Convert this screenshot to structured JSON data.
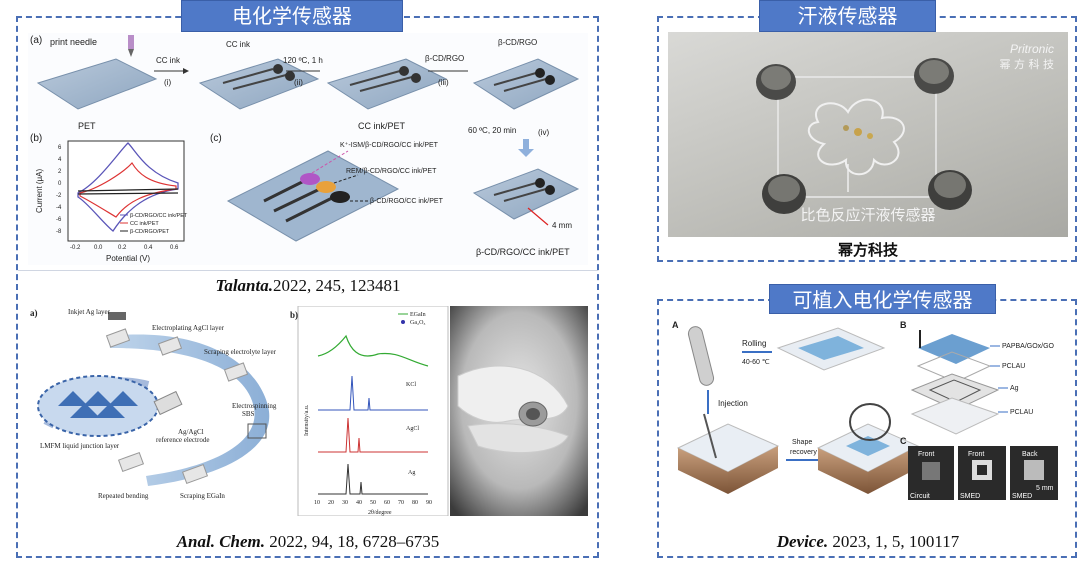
{
  "panels": {
    "electrochem": {
      "title": "电化学传感器",
      "citation_top_journal": "Talanta.",
      "citation_top_rest": "2022, 245, 123481",
      "citation_bottom_journal": "Anal. Chem.",
      "citation_bottom_rest": " 2022, 94, 18, 6728–6735",
      "fig_a": {
        "label": "(a)",
        "print_needle": "print needle",
        "cc_ink": "CC ink",
        "step_i": "(i)",
        "cc_ink2": "CC ink",
        "temp": "120 ºC, 1 h",
        "step_ii": "(ii)",
        "cd_rgo": "β-CD/RGO",
        "step_iii": "(iii)",
        "cd_rgo2": "β-CD/RGO",
        "pet": "PET",
        "cc_pet": "CC ink/PET",
        "temp2": "60 ºC, 20 min",
        "step_iv": "(iv)",
        "final": "β-CD/RGO/CC ink/PET",
        "mm": "4 mm"
      },
      "fig_b": {
        "label": "(b)",
        "ylabel": "Current (μA)",
        "xlabel": "Potential (V)",
        "legend": [
          "β-CD/RGO/CC ink/PET",
          "CC ink/PET",
          "β-CD/RGO/PET"
        ],
        "xticks": [
          "-0.2",
          "0.0",
          "0.2",
          "0.4",
          "0.6"
        ],
        "yticks": [
          "6",
          "4",
          "2",
          "0",
          "-2",
          "-4",
          "-6",
          "-8"
        ]
      },
      "fig_c": {
        "label": "(c)",
        "l1": "K⁺-ISM/β-CD/RGO/CC ink/PET",
        "l2": "REM/β-CD/RGO/CC ink/PET",
        "l3": "β-CD/RGO/CC ink/PET"
      },
      "fig_a2": {
        "label": "a)",
        "inkjet": "Inkjet Ag layer",
        "electroplating": "Electroplating AgCl layer",
        "scraping_e": "Scraping electrolyte layer",
        "electrospinning": "Electrospinning",
        "sbs": "SBS",
        "lmfm": "LMFM liquid junction layer",
        "agagcl": "Ag/AgCl",
        "ref": "reference electrode",
        "repeated": "Repeated bending",
        "scraping_g": "Scraping EGaIn"
      },
      "fig_b2": {
        "label": "b)",
        "legend": [
          "EGaIn",
          "Ga₂O₃"
        ],
        "kcl": "KCl",
        "agcl": "AgCl",
        "ag": "Ag",
        "ylabel": "Intensity/a.u.",
        "xlabel": "2θ/degree",
        "xticks": [
          "10",
          "20",
          "30",
          "40",
          "50",
          "60",
          "70",
          "80",
          "90"
        ]
      }
    },
    "sweat": {
      "title": "汗液传感器",
      "brand": "Pritronic",
      "brand_cn": "幂 方 科 技",
      "overlay": "比色反应汗液传感器",
      "caption": "幂方科技"
    },
    "implant": {
      "title": "可植入电化学传感器",
      "citation_journal": "Device.",
      "citation_rest": " 2023, 1, 5, 100117",
      "fig": {
        "A": "A",
        "rolling": "Rolling",
        "temp": "40-60 ℃",
        "injection": "Injection",
        "shape": "Shape",
        "recovery": "recovery",
        "B": "B",
        "layers": [
          "PAPBA/GOx/GO",
          "PCLAU",
          "Ag",
          "PCLAU"
        ],
        "C": "C",
        "front1": "Front",
        "front2": "Front",
        "back": "Back",
        "circuit": "Circuit",
        "smed1": "SMED",
        "smed2": "SMED",
        "scale": "5 mm"
      }
    }
  }
}
